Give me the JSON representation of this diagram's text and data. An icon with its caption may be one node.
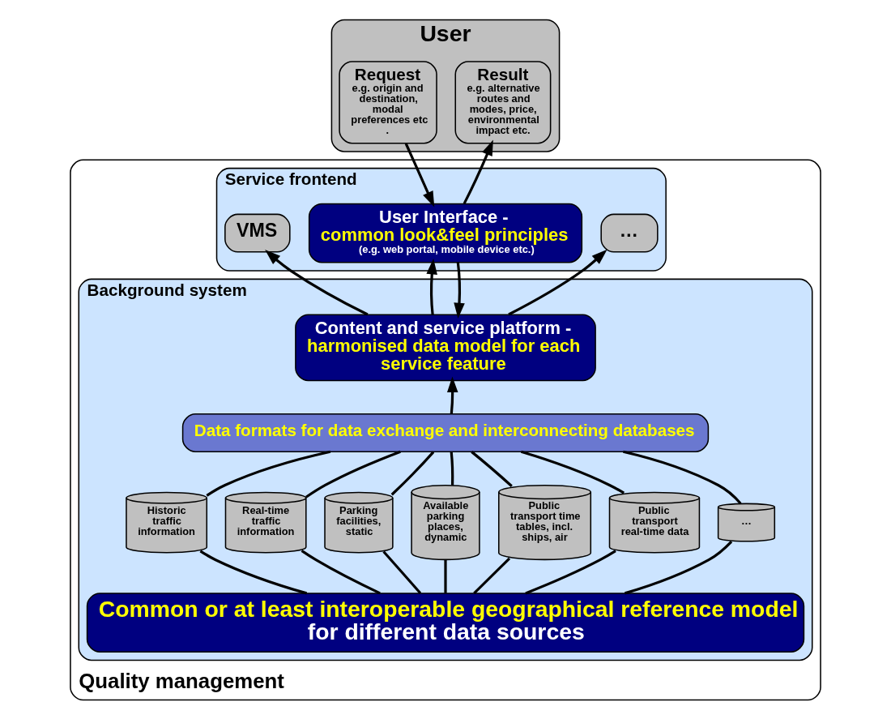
{
  "diagram": {
    "nodes": [
      {
        "text": [
          "Quality management"
        ]
      },
      {
        "text": [
          "User"
        ]
      },
      {
        "text": [
          "Request",
          "e.g. origin and destination, modal preferences etc ."
        ],
        "in": 1
      },
      {
        "text": [
          "Result",
          "e.g. alternative routes and modes, price, environmental impact etc."
        ],
        "in": 1
      },
      {
        "text": [
          "Service frontend"
        ],
        "in": 0
      },
      {
        "text": [
          "VMS"
        ],
        "in": 4
      },
      {
        "text": [
          "User Interface -",
          "common look&feel principles",
          "(e.g. web portal, mobile device etc.)"
        ],
        "in": 4
      },
      {
        "text": [
          "…"
        ],
        "in": 4
      },
      {
        "text": [
          "Background system"
        ],
        "in": 0
      },
      {
        "text": [
          "Content and service platform -",
          "harmonised data model for each service feature"
        ],
        "in": 8
      },
      {
        "text": [
          "Data formats for data exchange and interconnecting databases"
        ],
        "in": 8
      },
      {
        "text": [
          "Historic traffic information"
        ],
        "in": 8
      },
      {
        "text": [
          "Real-time traffic information"
        ],
        "in": 8
      },
      {
        "text": [
          "Parking facilities, static"
        ],
        "in": 8
      },
      {
        "text": [
          "Available parking places, dynamic"
        ],
        "in": 8
      },
      {
        "text": [
          "Public transport time tables, incl. ships, air"
        ],
        "in": 8
      },
      {
        "text": [
          "Public transport real-time data"
        ],
        "in": 8
      },
      {
        "text": [
          "…"
        ],
        "in": 8
      },
      {
        "text": [
          "Common or at least interoperable geographical reference model",
          "for different data sources"
        ],
        "in": 8
      }
    ],
    "edges": [
      {
        "from": 2,
        "to": 6,
        "arrow": "to"
      },
      {
        "from": 6,
        "to": 3,
        "arrow": "to"
      },
      {
        "from": 9,
        "to": 5,
        "arrow": "to"
      },
      {
        "from": 9,
        "to": 6,
        "arrow": "to"
      },
      {
        "from": 6,
        "to": 9,
        "arrow": "to"
      },
      {
        "from": 9,
        "to": 7,
        "arrow": "to"
      },
      {
        "from": 10,
        "to": 9,
        "arrow": "to"
      },
      {
        "from": 11,
        "to": 10,
        "arrow": "none"
      },
      {
        "from": 12,
        "to": 10,
        "arrow": "none"
      },
      {
        "from": 13,
        "to": 10,
        "arrow": "none"
      },
      {
        "from": 14,
        "to": 10,
        "arrow": "none"
      },
      {
        "from": 15,
        "to": 10,
        "arrow": "none"
      },
      {
        "from": 16,
        "to": 10,
        "arrow": "none"
      },
      {
        "from": 17,
        "to": 10,
        "arrow": "none"
      },
      {
        "from": 11,
        "to": 18,
        "arrow": "none"
      },
      {
        "from": 12,
        "to": 18,
        "arrow": "none"
      },
      {
        "from": 13,
        "to": 18,
        "arrow": "none"
      },
      {
        "from": 14,
        "to": 18,
        "arrow": "none"
      },
      {
        "from": 15,
        "to": 18,
        "arrow": "none"
      },
      {
        "from": 16,
        "to": 18,
        "arrow": "none"
      },
      {
        "from": 17,
        "to": 18,
        "arrow": "none"
      }
    ]
  }
}
